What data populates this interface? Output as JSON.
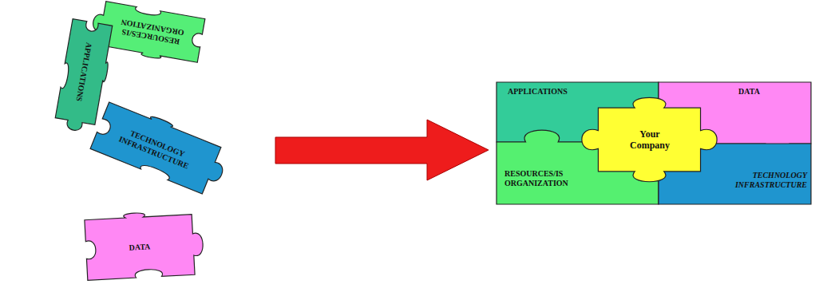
{
  "diagram": {
    "nodes": [
      {
        "text": [
          "RESOURCES/IS ORGANIZATION"
        ]
      },
      {
        "text": [
          "APPLICATIONS"
        ]
      },
      {
        "text": [
          "TECHNOLOGY INFRASTRUCTURE"
        ]
      },
      {
        "text": [
          "DATA"
        ]
      },
      {
        "text": [
          "APPLICATIONS"
        ]
      },
      {
        "text": [
          "DATA"
        ]
      },
      {
        "text": [
          "Your Company"
        ]
      },
      {
        "text": [
          "RESOURCES/IS ORGANIZATION"
        ]
      },
      {
        "text": [
          "TECHNOLOGY INFRASTRUCTURE"
        ]
      }
    ]
  }
}
